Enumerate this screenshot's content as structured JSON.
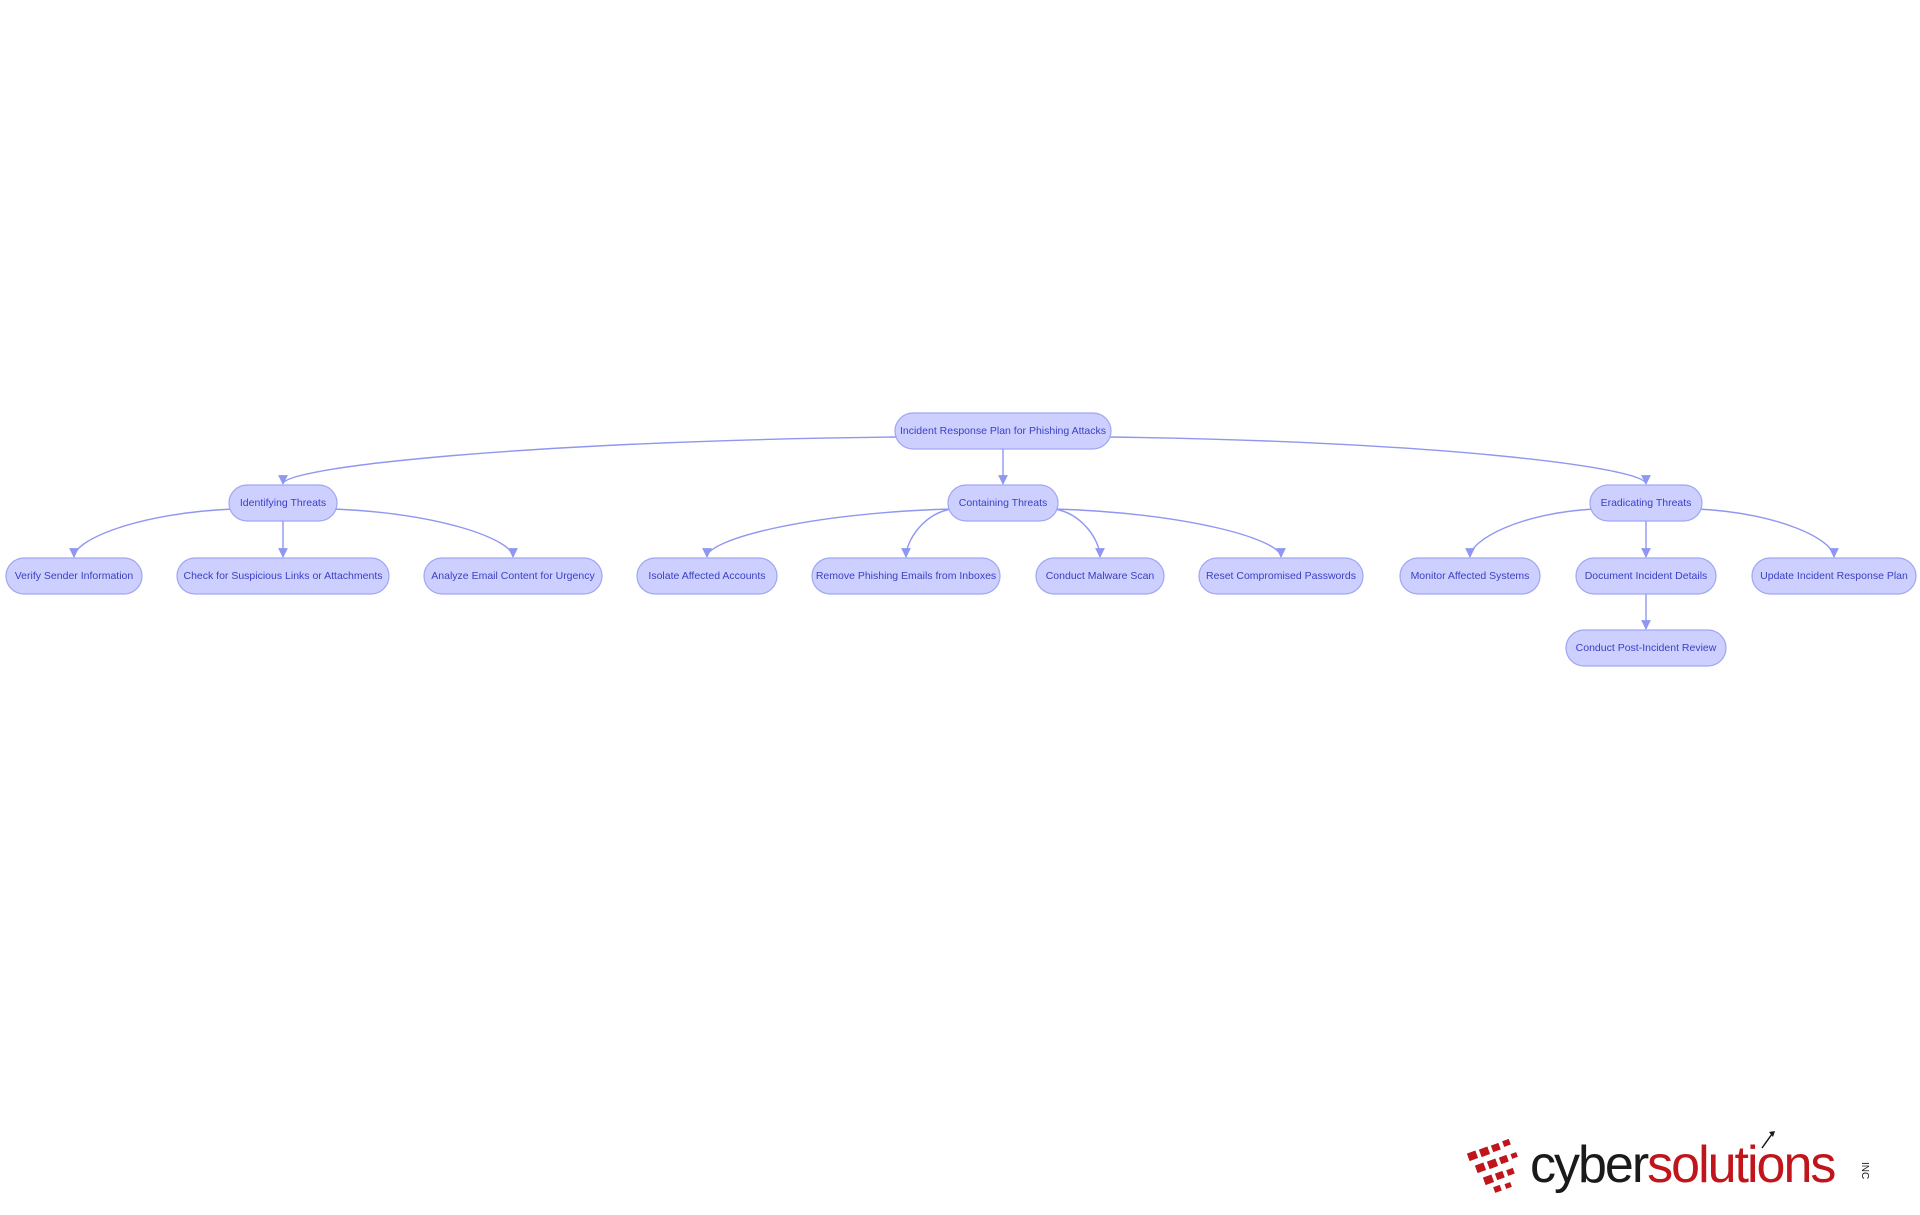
{
  "diagram": {
    "type": "flowchart-tree",
    "colors": {
      "node_fill": "#cdd0ff",
      "node_stroke": "#9ea6f2",
      "edge": "#8f97f0",
      "text": "#3a3fc4"
    },
    "nodes": [
      {
        "id": "root",
        "label": "Incident Response Plan for Phishing Attacks"
      },
      {
        "id": "identify",
        "label": "Identifying Threats"
      },
      {
        "id": "contain",
        "label": "Containing Threats"
      },
      {
        "id": "eradicate",
        "label": "Eradicating Threats"
      },
      {
        "id": "verify",
        "label": "Verify Sender Information"
      },
      {
        "id": "check",
        "label": "Check for Suspicious Links or Attachments"
      },
      {
        "id": "analyze",
        "label": "Analyze Email Content for Urgency"
      },
      {
        "id": "isolate",
        "label": "Isolate Affected Accounts"
      },
      {
        "id": "remove",
        "label": "Remove Phishing Emails from Inboxes"
      },
      {
        "id": "malware",
        "label": "Conduct Malware Scan"
      },
      {
        "id": "reset",
        "label": "Reset Compromised Passwords"
      },
      {
        "id": "monitor",
        "label": "Monitor Affected Systems"
      },
      {
        "id": "document",
        "label": "Document Incident Details"
      },
      {
        "id": "update",
        "label": "Update Incident Response Plan"
      },
      {
        "id": "review",
        "label": "Conduct Post-Incident Review"
      }
    ],
    "edges": [
      {
        "from": "root",
        "to": "identify"
      },
      {
        "from": "root",
        "to": "contain"
      },
      {
        "from": "root",
        "to": "eradicate"
      },
      {
        "from": "identify",
        "to": "verify"
      },
      {
        "from": "identify",
        "to": "check"
      },
      {
        "from": "identify",
        "to": "analyze"
      },
      {
        "from": "contain",
        "to": "isolate"
      },
      {
        "from": "contain",
        "to": "remove"
      },
      {
        "from": "contain",
        "to": "malware"
      },
      {
        "from": "contain",
        "to": "reset"
      },
      {
        "from": "eradicate",
        "to": "monitor"
      },
      {
        "from": "eradicate",
        "to": "document"
      },
      {
        "from": "eradicate",
        "to": "update"
      },
      {
        "from": "document",
        "to": "review"
      }
    ]
  },
  "logo": {
    "word_part1": "cyber",
    "word_part2": "solutions",
    "suffix": "INC",
    "icon": "red-pixel-blocks-logo-icon",
    "colors": {
      "dark": "#1a1a1a",
      "red": "#c0151b"
    }
  }
}
